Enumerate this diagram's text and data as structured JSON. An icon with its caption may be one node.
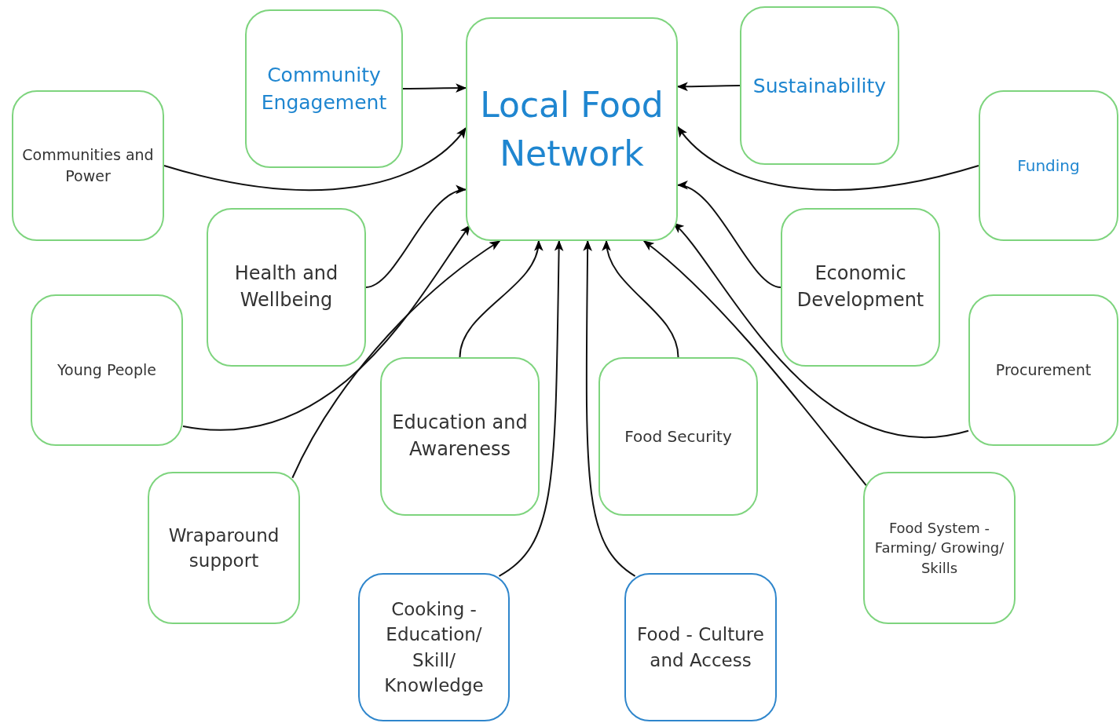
{
  "diagram": {
    "nodes": [
      {
        "text": [
          "Local Food Network"
        ]
      },
      {
        "text": [
          "Community Engagement"
        ]
      },
      {
        "text": [
          "Sustainability"
        ]
      },
      {
        "text": [
          "Communities and Power"
        ]
      },
      {
        "text": [
          "Funding"
        ]
      },
      {
        "text": [
          "Health and Wellbeing"
        ]
      },
      {
        "text": [
          "Economic Development"
        ]
      },
      {
        "text": [
          "Young People"
        ]
      },
      {
        "text": [
          "Procurement"
        ]
      },
      {
        "text": [
          "Education and Awareness"
        ]
      },
      {
        "text": [
          "Food Security"
        ]
      },
      {
        "text": [
          "Wraparound support"
        ]
      },
      {
        "text": [
          "Food System - Farming/ Growing/ Skills"
        ]
      },
      {
        "text": [
          "Cooking - Education/ Skill/ Knowledge"
        ]
      },
      {
        "text": [
          "Food - Culture and Access"
        ]
      }
    ],
    "edges": [
      {
        "from": 1,
        "to": 0,
        "arrow": "to"
      },
      {
        "from": 2,
        "to": 0,
        "arrow": "to"
      },
      {
        "from": 3,
        "to": 0,
        "arrow": "to"
      },
      {
        "from": 4,
        "to": 0,
        "arrow": "to"
      },
      {
        "from": 5,
        "to": 0,
        "arrow": "to"
      },
      {
        "from": 6,
        "to": 0,
        "arrow": "to"
      },
      {
        "from": 7,
        "to": 0,
        "arrow": "to"
      },
      {
        "from": 8,
        "to": 0,
        "arrow": "to"
      },
      {
        "from": 9,
        "to": 0,
        "arrow": "to"
      },
      {
        "from": 10,
        "to": 0,
        "arrow": "to"
      },
      {
        "from": 11,
        "to": 0,
        "arrow": "to"
      },
      {
        "from": 12,
        "to": 0,
        "arrow": "to"
      },
      {
        "from": 13,
        "to": 0,
        "arrow": "to"
      },
      {
        "from": 14,
        "to": 0,
        "arrow": "to"
      }
    ]
  }
}
